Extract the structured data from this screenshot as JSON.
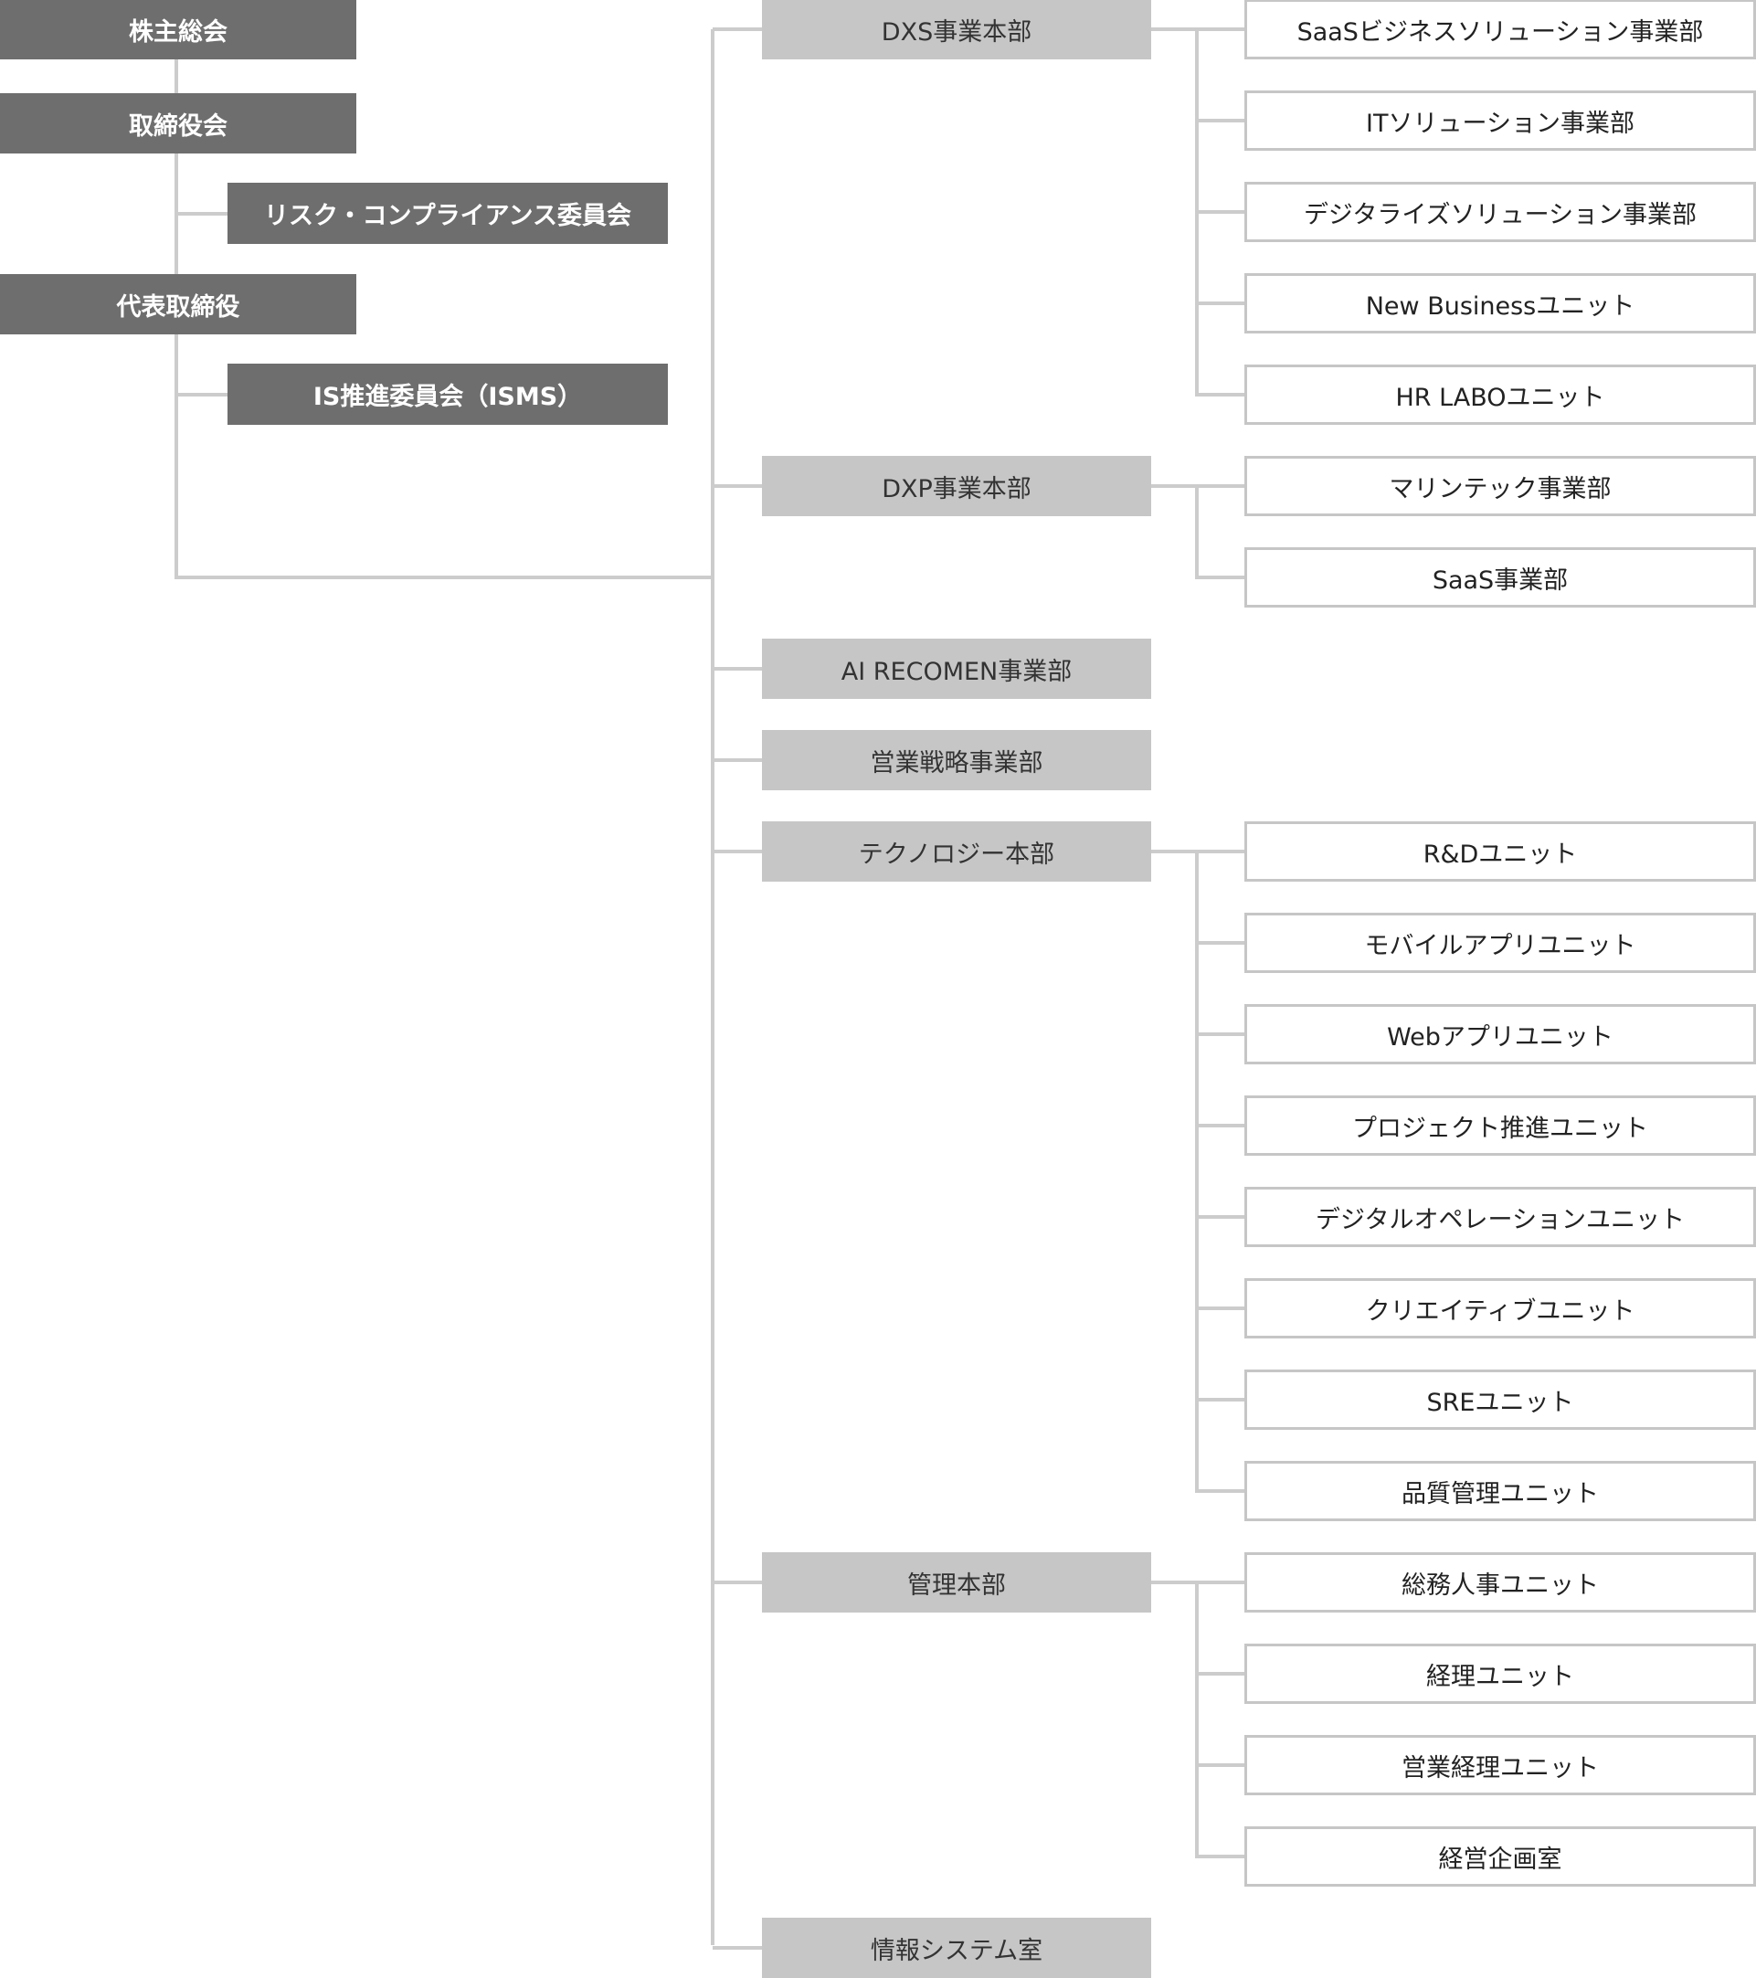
{
  "colors": {
    "governance": "#6e6e6e",
    "division": "#c6c6c6",
    "unit_border": "#c6c6c6",
    "connector": "#cccccc"
  },
  "governance": {
    "shareholders": "株主総会",
    "board": "取締役会",
    "risk_committee": "リスク・コンプライアンス委員会",
    "ceo": "代表取締役",
    "is_committee": "IS推進委員会（ISMS）"
  },
  "divisions": [
    {
      "name": "DXS事業本部",
      "units": [
        "SaaSビジネスソリューション事業部",
        "ITソリューション事業部",
        "デジタライズソリューション事業部",
        "New Businessユニット",
        "HR LABOユニット"
      ]
    },
    {
      "name": "DXP事業本部",
      "units": [
        "マリンテック事業部",
        "SaaS事業部"
      ]
    },
    {
      "name": "AI RECOMEN事業部",
      "units": []
    },
    {
      "name": "営業戦略事業部",
      "units": []
    },
    {
      "name": "テクノロジー本部",
      "units": [
        "R&Dユニット",
        "モバイルアプリユニット",
        "Webアプリユニット",
        "プロジェクト推進ユニット",
        "デジタルオペレーションユニット",
        "クリエイティブユニット",
        "SREユニット",
        "品質管理ユニット"
      ]
    },
    {
      "name": "管理本部",
      "units": [
        "総務人事ユニット",
        "経理ユニット",
        "営業経理ユニット",
        "経営企画室"
      ]
    },
    {
      "name": "情報システム室",
      "units": []
    }
  ]
}
